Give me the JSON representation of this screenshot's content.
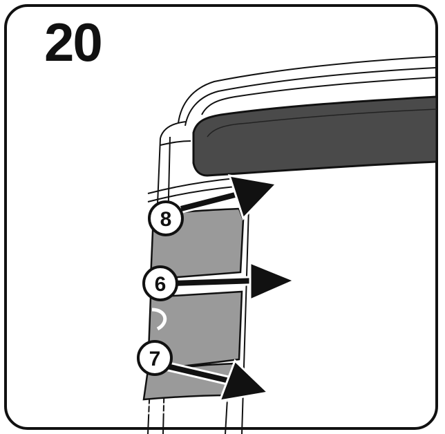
{
  "step": {
    "number": "20"
  },
  "callouts": [
    {
      "id": "8",
      "label": "8"
    },
    {
      "id": "6",
      "label": "6"
    },
    {
      "id": "7",
      "label": "7"
    }
  ],
  "colors": {
    "outline": "#111111",
    "panel_fill": "#9a9a9a",
    "handle_fill": "#4a4a4a",
    "background": "#ffffff"
  },
  "icons": [
    "arrow-right-icon"
  ]
}
